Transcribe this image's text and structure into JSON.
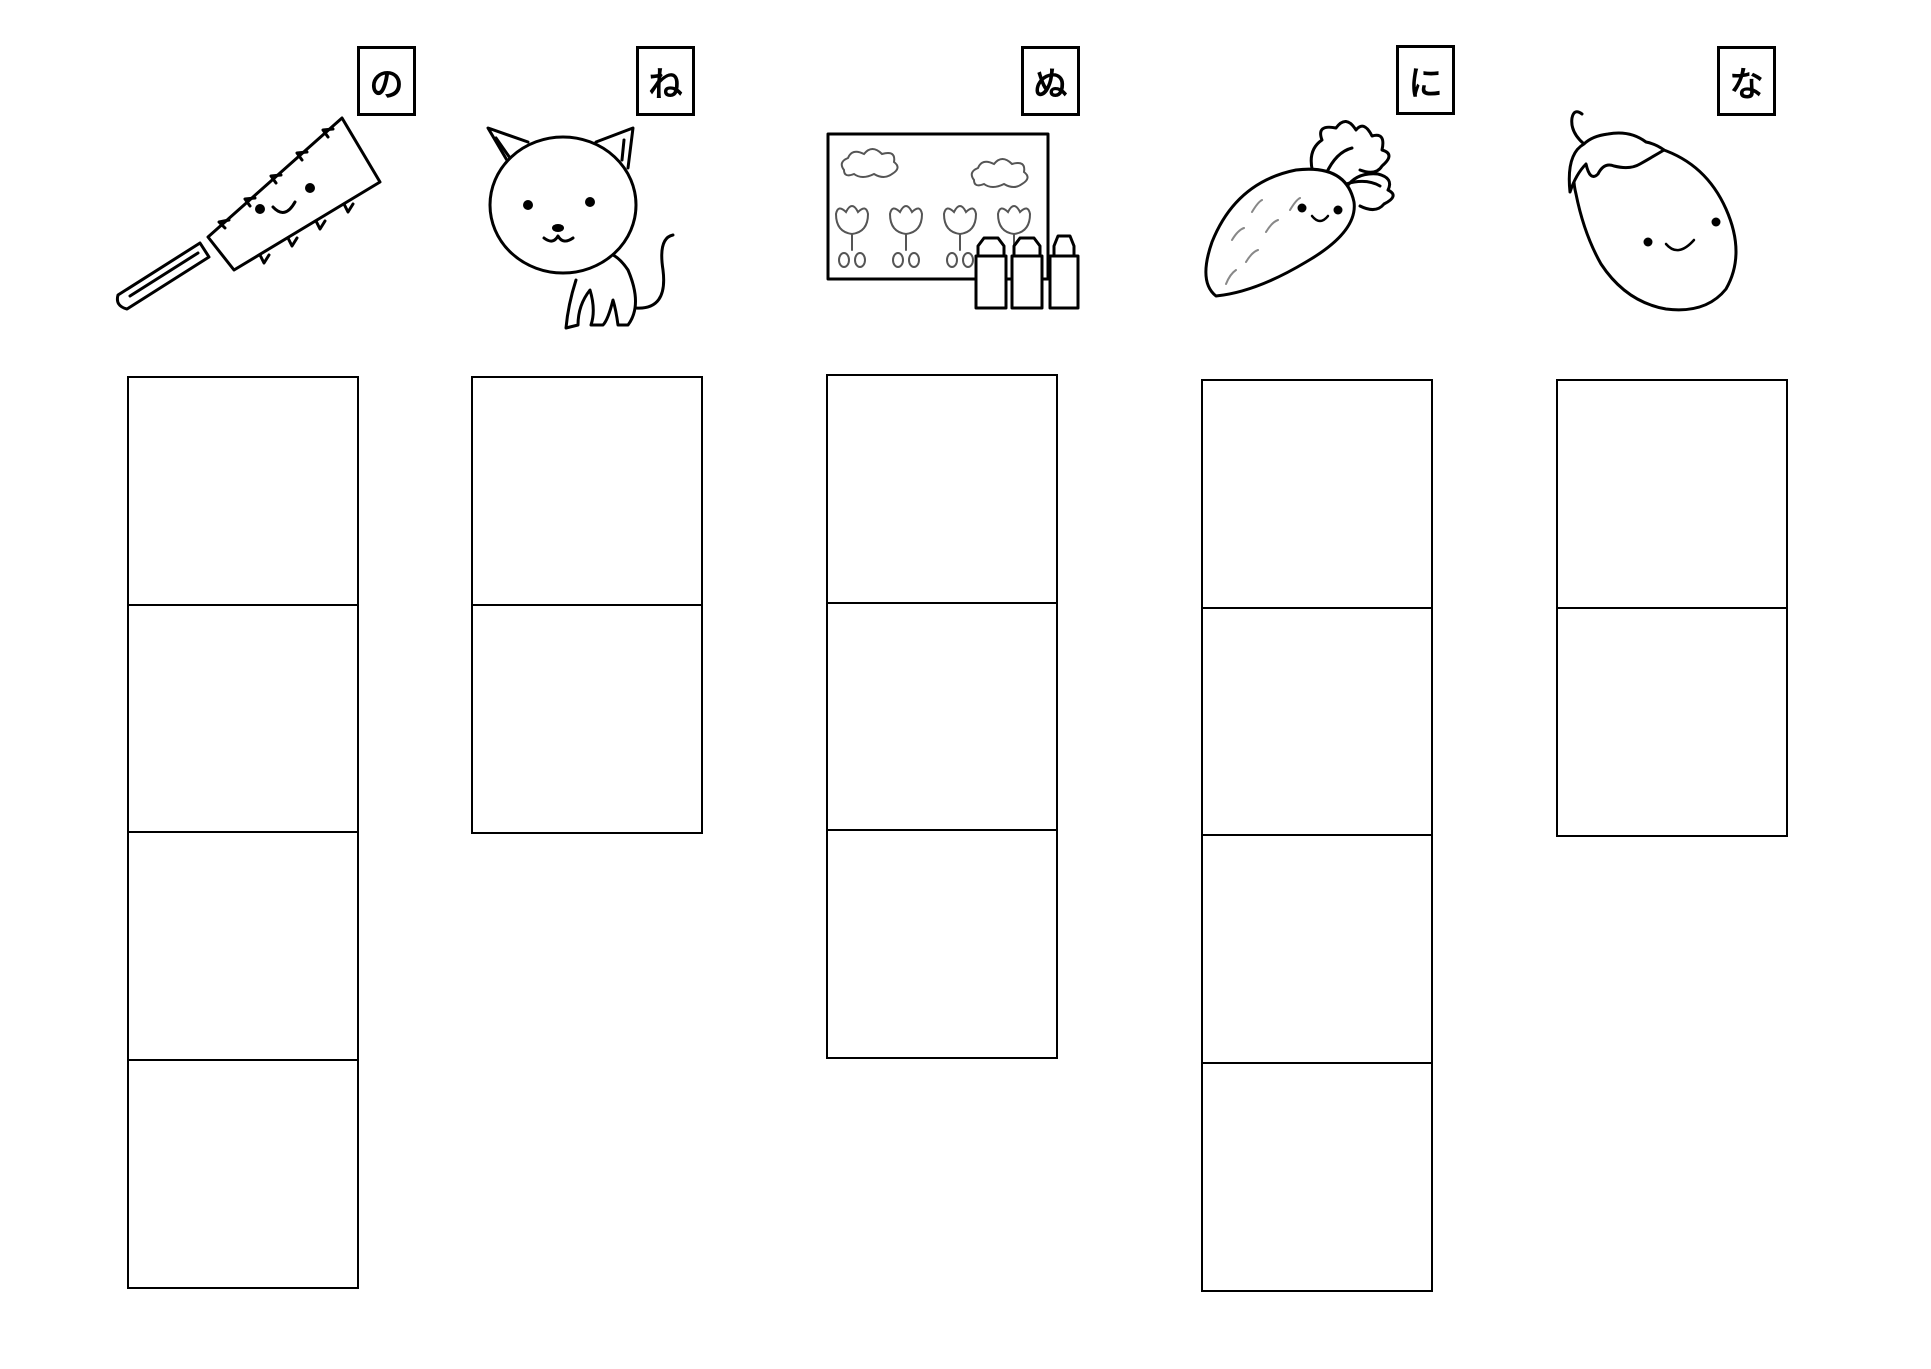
{
  "worksheet": {
    "columns": [
      {
        "kana": "の",
        "picture": "nokogiri-saw-icon",
        "writing_squares": 4
      },
      {
        "kana": "ね",
        "picture": "neko-cat-icon",
        "writing_squares": 2
      },
      {
        "kana": "ぬ",
        "picture": "nurie-coloring-picture-icon",
        "writing_squares": 3
      },
      {
        "kana": "に",
        "picture": "ninjin-carrot-icon",
        "writing_squares": 4
      },
      {
        "kana": "な",
        "picture": "nasu-eggplant-icon",
        "writing_squares": 2
      }
    ]
  }
}
